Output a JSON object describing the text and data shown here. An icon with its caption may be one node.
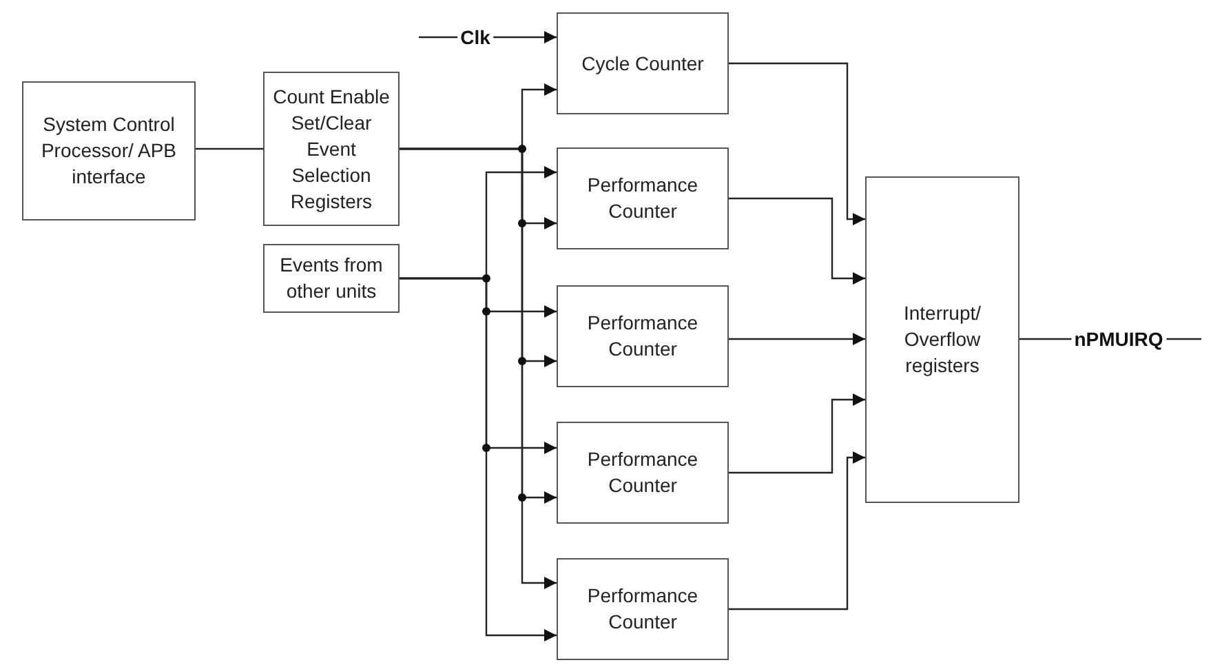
{
  "diagram": {
    "nodes": [
      {
        "text": [
          "System Control Processor/ APB interface"
        ]
      },
      {
        "text": [
          "Count Enable Set/Clear Event Selection Registers"
        ]
      },
      {
        "text": [
          "Events from other units"
        ]
      },
      {
        "text": [
          "Cycle Counter"
        ]
      },
      {
        "text": [
          "Performance Counter"
        ]
      },
      {
        "text": [
          "Performance Counter"
        ]
      },
      {
        "text": [
          "Performance Counter"
        ]
      },
      {
        "text": [
          "Performance Counter"
        ]
      },
      {
        "text": [
          "Interrupt/ Overflow registers"
        ]
      }
    ],
    "edges": [
      {
        "from": 0,
        "to": 1,
        "arrow": "none"
      },
      {
        "from": null,
        "to": 3,
        "arrow": "to",
        "label": "Clk"
      },
      {
        "from": 1,
        "to": 3,
        "arrow": "to"
      },
      {
        "from": 1,
        "to": 4,
        "arrow": "to"
      },
      {
        "from": 1,
        "to": 5,
        "arrow": "to"
      },
      {
        "from": 1,
        "to": 6,
        "arrow": "to"
      },
      {
        "from": 1,
        "to": 7,
        "arrow": "to"
      },
      {
        "from": 2,
        "to": 4,
        "arrow": "to"
      },
      {
        "from": 2,
        "to": 5,
        "arrow": "to"
      },
      {
        "from": 2,
        "to": 6,
        "arrow": "to"
      },
      {
        "from": 2,
        "to": 7,
        "arrow": "to"
      },
      {
        "from": 3,
        "to": 8,
        "arrow": "to"
      },
      {
        "from": 4,
        "to": 8,
        "arrow": "to"
      },
      {
        "from": 5,
        "to": 8,
        "arrow": "to"
      },
      {
        "from": 6,
        "to": 8,
        "arrow": "to"
      },
      {
        "from": 7,
        "to": 8,
        "arrow": "to"
      },
      {
        "from": 8,
        "to": null,
        "arrow": "none",
        "label": "nPMUIRQ"
      }
    ]
  }
}
